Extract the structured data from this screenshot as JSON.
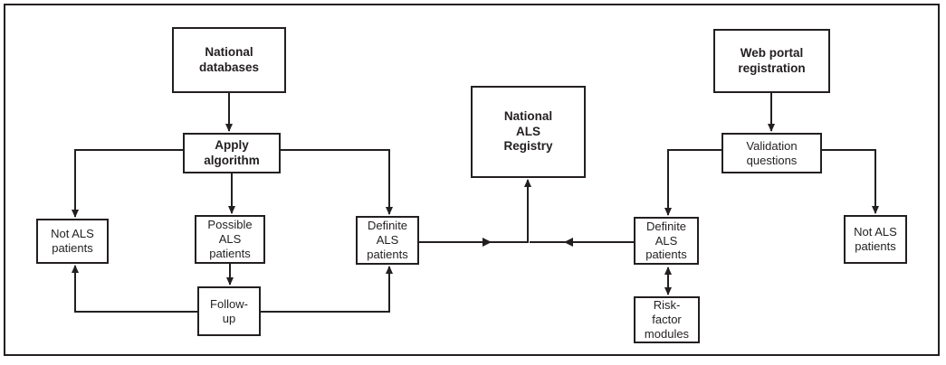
{
  "diagram": {
    "description": "Flowchart of case ascertainment for the National ALS Registry",
    "colors": {
      "line": "#231f20",
      "background": "#ffffff"
    },
    "nodes": {
      "national_databases": {
        "label": "National\ndatabases",
        "emphasis": "bold"
      },
      "apply_algorithm": {
        "label": "Apply\nalgorithm",
        "emphasis": "bold"
      },
      "not_als_left": {
        "label": "Not ALS\npatients",
        "emphasis": "regular"
      },
      "possible_als": {
        "label": "Possible\nALS\npatients",
        "emphasis": "regular"
      },
      "definite_als_left": {
        "label": "Definite\nALS\npatients",
        "emphasis": "regular"
      },
      "follow_up": {
        "label": "Follow-\nup",
        "emphasis": "regular"
      },
      "national_als_registry": {
        "label": "National\nALS\nRegistry",
        "emphasis": "bold"
      },
      "web_portal_registration": {
        "label": "Web portal\nregistration",
        "emphasis": "bold"
      },
      "validation_questions": {
        "label": "Validation\nquestions",
        "emphasis": "regular"
      },
      "definite_als_right": {
        "label": "Definite\nALS\npatients",
        "emphasis": "regular"
      },
      "not_als_right": {
        "label": "Not ALS\npatients",
        "emphasis": "regular"
      },
      "risk_factor_modules": {
        "label": "Risk-\nfactor\nmodules",
        "emphasis": "regular"
      }
    },
    "edges": [
      {
        "from": "national_databases",
        "to": "apply_algorithm",
        "bidirectional": false
      },
      {
        "from": "apply_algorithm",
        "to": "not_als_left",
        "bidirectional": false
      },
      {
        "from": "apply_algorithm",
        "to": "possible_als",
        "bidirectional": false
      },
      {
        "from": "apply_algorithm",
        "to": "definite_als_left",
        "bidirectional": false
      },
      {
        "from": "possible_als",
        "to": "follow_up",
        "bidirectional": false
      },
      {
        "from": "follow_up",
        "to": "not_als_left",
        "bidirectional": false
      },
      {
        "from": "follow_up",
        "to": "definite_als_left",
        "bidirectional": false
      },
      {
        "from": "definite_als_left",
        "to": "national_als_registry",
        "bidirectional": false
      },
      {
        "from": "web_portal_registration",
        "to": "validation_questions",
        "bidirectional": false
      },
      {
        "from": "validation_questions",
        "to": "definite_als_right",
        "bidirectional": false
      },
      {
        "from": "validation_questions",
        "to": "not_als_right",
        "bidirectional": false
      },
      {
        "from": "definite_als_right",
        "to": "national_als_registry",
        "bidirectional": false
      },
      {
        "from": "definite_als_right",
        "to": "risk_factor_modules",
        "bidirectional": true
      }
    ]
  }
}
